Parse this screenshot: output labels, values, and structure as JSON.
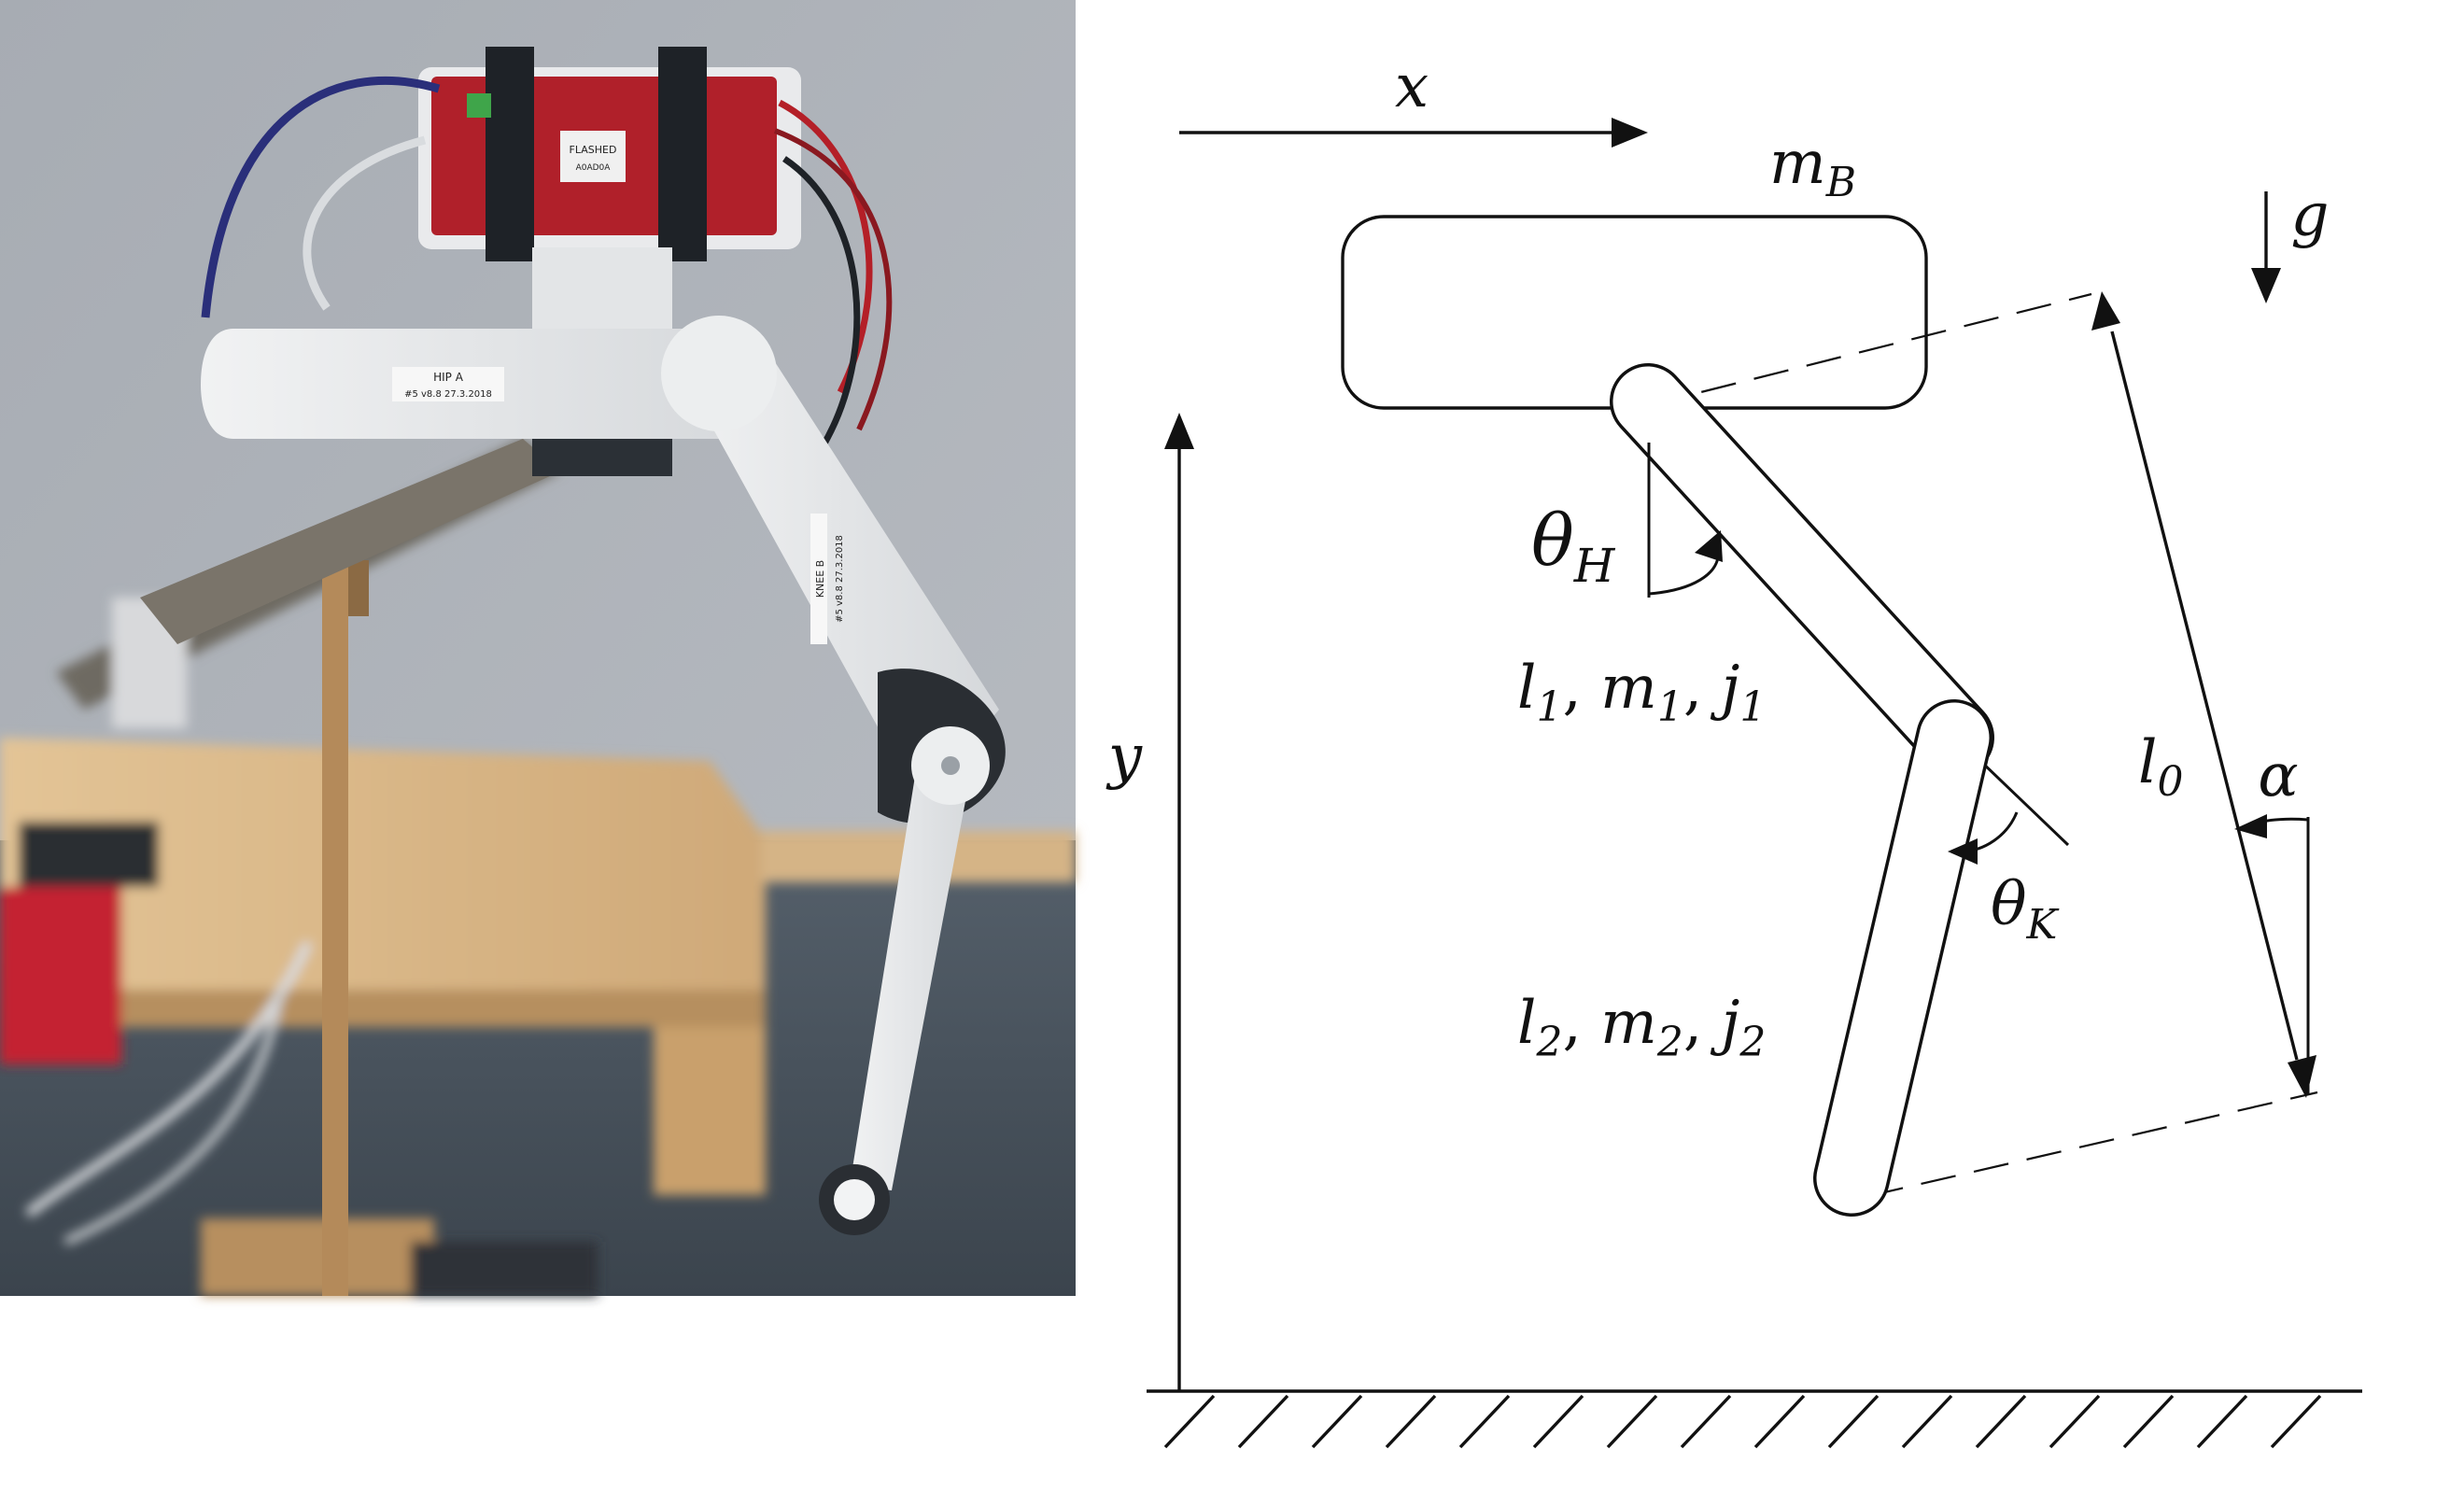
{
  "figure": {
    "labels": {
      "x_axis": "x",
      "y_axis": "y",
      "gravity": "g",
      "body_mass": {
        "main": "m",
        "sub": "B"
      },
      "hip_angle": {
        "main": "θ",
        "sub": "H"
      },
      "knee_angle": {
        "main": "θ",
        "sub": "K"
      },
      "link1": {
        "l": "l",
        "m": "m",
        "j": "j",
        "sub": "1",
        "sep": ", "
      },
      "link2": {
        "l": "l",
        "m": "m",
        "j": "j",
        "sub": "2",
        "sep": ", "
      },
      "leg_length": {
        "main": "l",
        "sub": "0"
      },
      "leg_angle": "α"
    },
    "photo_labels": {
      "hip_tag": "HIP A",
      "hip_serial": "#5 v8.8 27.3.2018",
      "board_sticker_1": "FLASHED",
      "board_sticker_2": "A0AD0A",
      "knee_tag": "KNEE B",
      "knee_serial": "#5 v8.8 27.3.2018"
    },
    "colors": {
      "line": "#111111",
      "wall": "#a9adb4",
      "table": "#d8b68a",
      "board": "#b0202a",
      "leg": "#e6e8ea",
      "floor": "#4a5560"
    }
  }
}
